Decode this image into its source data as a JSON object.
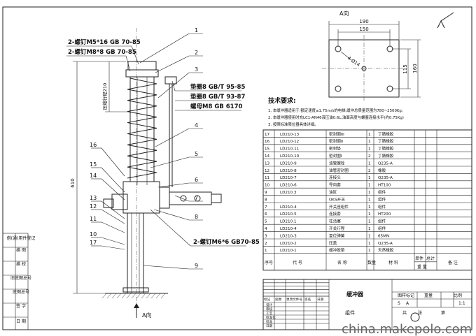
{
  "view_label": "A向",
  "plate": {
    "dim_outer_w": "190",
    "dim_inner_w": "150",
    "dim_inner_h": "115",
    "dim_outer_h": "160",
    "hole": "4-Ø14"
  },
  "callouts_top": [
    "2-螺钉M5*16 GB 70-85",
    "2-螺钉M8*8 GB 70-85"
  ],
  "callouts_right": [
    "垫圈8 GB/T 95-85",
    "垫圈8 GB/T 93-87",
    "螺母M8 GB 6170"
  ],
  "callout_bottom": "2-螺钉M6*6 GB70-85",
  "dim_stroke": "压缩行程210",
  "dim_height": "610",
  "arrow_label": "A向",
  "part_numbers_right": [
    "1",
    "2",
    "3",
    "4",
    "5",
    "6",
    "7",
    "8",
    "9"
  ],
  "part_numbers_left": [
    "16",
    "15",
    "14",
    "13",
    "12",
    "11",
    "10",
    "17"
  ],
  "tech_title": "技术要求:",
  "tech_lines": [
    "1. 本缓冲器适用于:额定速度≤1.75m/s的电梯,缓冲总质量范围为780~2500Kg;",
    "2. 本缓冲器使用时充LC1-AN46液压油0.6L,油面高度与螺塞连接水平(约0.75Kg)",
    "3. 按照标准限位器具体详细。"
  ],
  "bom_rows": [
    {
      "no": "17",
      "code": "LD210-13",
      "name": "密封圈III",
      "qty": "1",
      "material": "丁腈橡胶",
      "remark": ""
    },
    {
      "no": "16",
      "code": "LD210-12",
      "name": "密封圈II",
      "qty": "1",
      "material": "丁腈橡胶",
      "remark": ""
    },
    {
      "no": "15",
      "code": "LD210-11",
      "name": "密封垫",
      "qty": "1",
      "material": "丁腈橡胶",
      "remark": ""
    },
    {
      "no": "14",
      "code": "LD210-10",
      "name": "密封圈I",
      "qty": "2",
      "material": "丁腈橡胶",
      "remark": ""
    },
    {
      "no": "13",
      "code": "LD210-9",
      "name": "油管螺栓",
      "qty": "1",
      "material": "Q235-A",
      "remark": ""
    },
    {
      "no": "12",
      "code": "LD210-8",
      "name": "油管密封圈",
      "qty": "2",
      "material": "橡胶",
      "remark": ""
    },
    {
      "no": "11",
      "code": "LD210-7",
      "name": "连接头",
      "qty": "1",
      "material": "Q235-A",
      "remark": ""
    },
    {
      "no": "10",
      "code": "LD210-6",
      "name": "导向套",
      "qty": "1",
      "material": "HT100",
      "remark": ""
    },
    {
      "no": "9",
      "code": "LD210.3",
      "name": "油缸",
      "qty": "1",
      "material": "组件",
      "remark": ""
    },
    {
      "no": "8",
      "code": "",
      "name": "OKS开关",
      "qty": "1",
      "material": "组件",
      "remark": ""
    },
    {
      "no": "7",
      "code": "LD210-4",
      "name": "开关座组件",
      "qty": "1",
      "material": "组件",
      "remark": ""
    },
    {
      "no": "6",
      "code": "LD210-5",
      "name": "连接套",
      "qty": "1",
      "material": "HT200",
      "remark": ""
    },
    {
      "no": "5",
      "code": "LD210.1",
      "name": "柱活塞",
      "qty": "1",
      "material": "组件",
      "remark": ""
    },
    {
      "no": "4",
      "code": "LD210-4",
      "name": "开关行程",
      "qty": "1",
      "material": "组件",
      "remark": ""
    },
    {
      "no": "3",
      "code": "LD210-3",
      "name": "复位弹簧",
      "qty": "1",
      "material": "65MN",
      "remark": ""
    },
    {
      "no": "2",
      "code": "LD210-2",
      "name": "压盖",
      "qty": "1",
      "material": "Q235-A",
      "remark": ""
    },
    {
      "no": "1",
      "code": "LD210-1",
      "name": "缓冲胶垫",
      "qty": "1",
      "material": "天然橡胶",
      "remark": ""
    }
  ],
  "bom_header": {
    "no": "序号",
    "code": "代 号",
    "name": "名 称",
    "qty": "数量",
    "material": "材 料",
    "unit": "单件",
    "total": "总计",
    "weight": "重 量",
    "remark": "备 注"
  },
  "title_block": {
    "title": "缓冲器",
    "subtitle": "组件",
    "fields": [
      "标记",
      "处数",
      "更改文件号",
      "签名",
      "日期"
    ],
    "roles": [
      "设计",
      "审核",
      "工艺",
      "标准化",
      "批准",
      "日期"
    ],
    "stage_label": "图样标记",
    "weight_label": "重量",
    "scale_label": "比例",
    "scale_value": "1:1",
    "sheet_a": "共",
    "sheet_b": "张",
    "sheet_c": "第",
    "stage_s": "S",
    "stage_a": "A"
  },
  "left_strip": [
    "借(通)用件登记",
    "描 图",
    "描 校",
    "旧底图总号",
    "底图总号",
    "签 字",
    "日 期"
  ],
  "watermark": "china.makepolo.com"
}
